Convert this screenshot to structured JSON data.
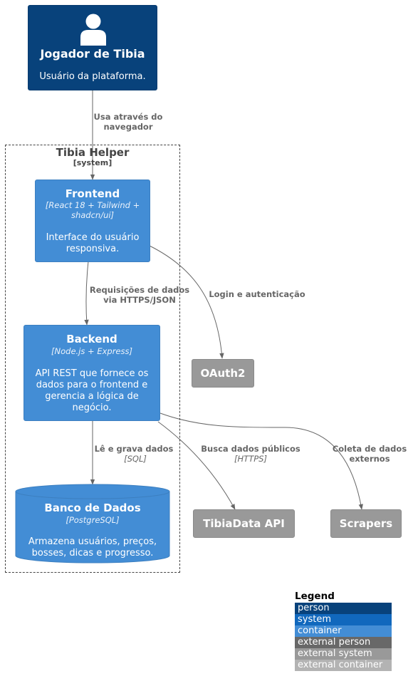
{
  "person": {
    "title": "Jogador de Tibia",
    "desc": "Usuário da plataforma."
  },
  "boundary": {
    "title": "Tibia Helper",
    "subtitle": "[system]"
  },
  "frontend": {
    "title": "Frontend",
    "tech": "[React 18 + Tailwind + shadcn/ui]",
    "desc": "Interface do usuário responsiva."
  },
  "backend": {
    "title": "Backend",
    "tech": "[Node.js + Express]",
    "desc": "API REST que fornece os dados para o frontend e gerencia a lógica de negócio."
  },
  "database": {
    "title": "Banco de Dados",
    "tech": "[PostgreSQL]",
    "desc": "Armazena usuários, preços, bosses, dicas e progresso."
  },
  "external": {
    "oauth": "OAuth2",
    "tibiadata": "TibiaData API",
    "scrapers": "Scrapers"
  },
  "edges": {
    "person_frontend": "Usa através do navegador",
    "frontend_backend": "Requisições de dados via HTTPS/JSON",
    "frontend_oauth": "Login e autenticação",
    "backend_db": "Lê e grava dados",
    "backend_db_tech": "[SQL]",
    "backend_tibiadata": "Busca dados públicos",
    "backend_tibiadata_tech": "[HTTPS]",
    "backend_scrapers": "Coleta de dados externos"
  },
  "legend": {
    "title": "Legend",
    "items": [
      {
        "label": "person",
        "color": "#08427b"
      },
      {
        "label": "system",
        "color": "#1168bd"
      },
      {
        "label": "container",
        "color": "#438dd5"
      },
      {
        "label": "external person",
        "color": "#686868"
      },
      {
        "label": "external system",
        "color": "#999999"
      },
      {
        "label": "external container",
        "color": "#b3b3b3"
      }
    ]
  }
}
